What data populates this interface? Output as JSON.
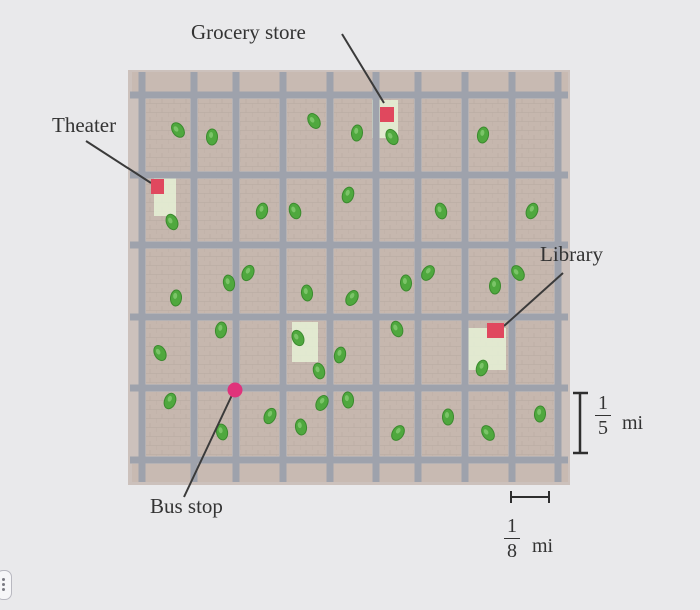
{
  "map": {
    "labels": {
      "grocery": "Grocery store",
      "theater": "Theater",
      "library": "Library",
      "bus_stop": "Bus stop"
    },
    "scale_vertical": {
      "numerator": "1",
      "denominator": "5",
      "unit": "mi"
    },
    "scale_horizontal": {
      "numerator": "1",
      "denominator": "8",
      "unit": "mi"
    },
    "grid": {
      "columns": 9,
      "rows": 5
    },
    "icons": {
      "place_marker": "red-square-icon",
      "bus_marker": "pink-circle-icon",
      "tree": "tree-icon"
    },
    "colors": {
      "block": "#c6b7ae",
      "street": "#9ea2ac",
      "place_marker": "#e0485e",
      "bus_marker": "#e0337b",
      "tree": "#4fa83e"
    }
  }
}
